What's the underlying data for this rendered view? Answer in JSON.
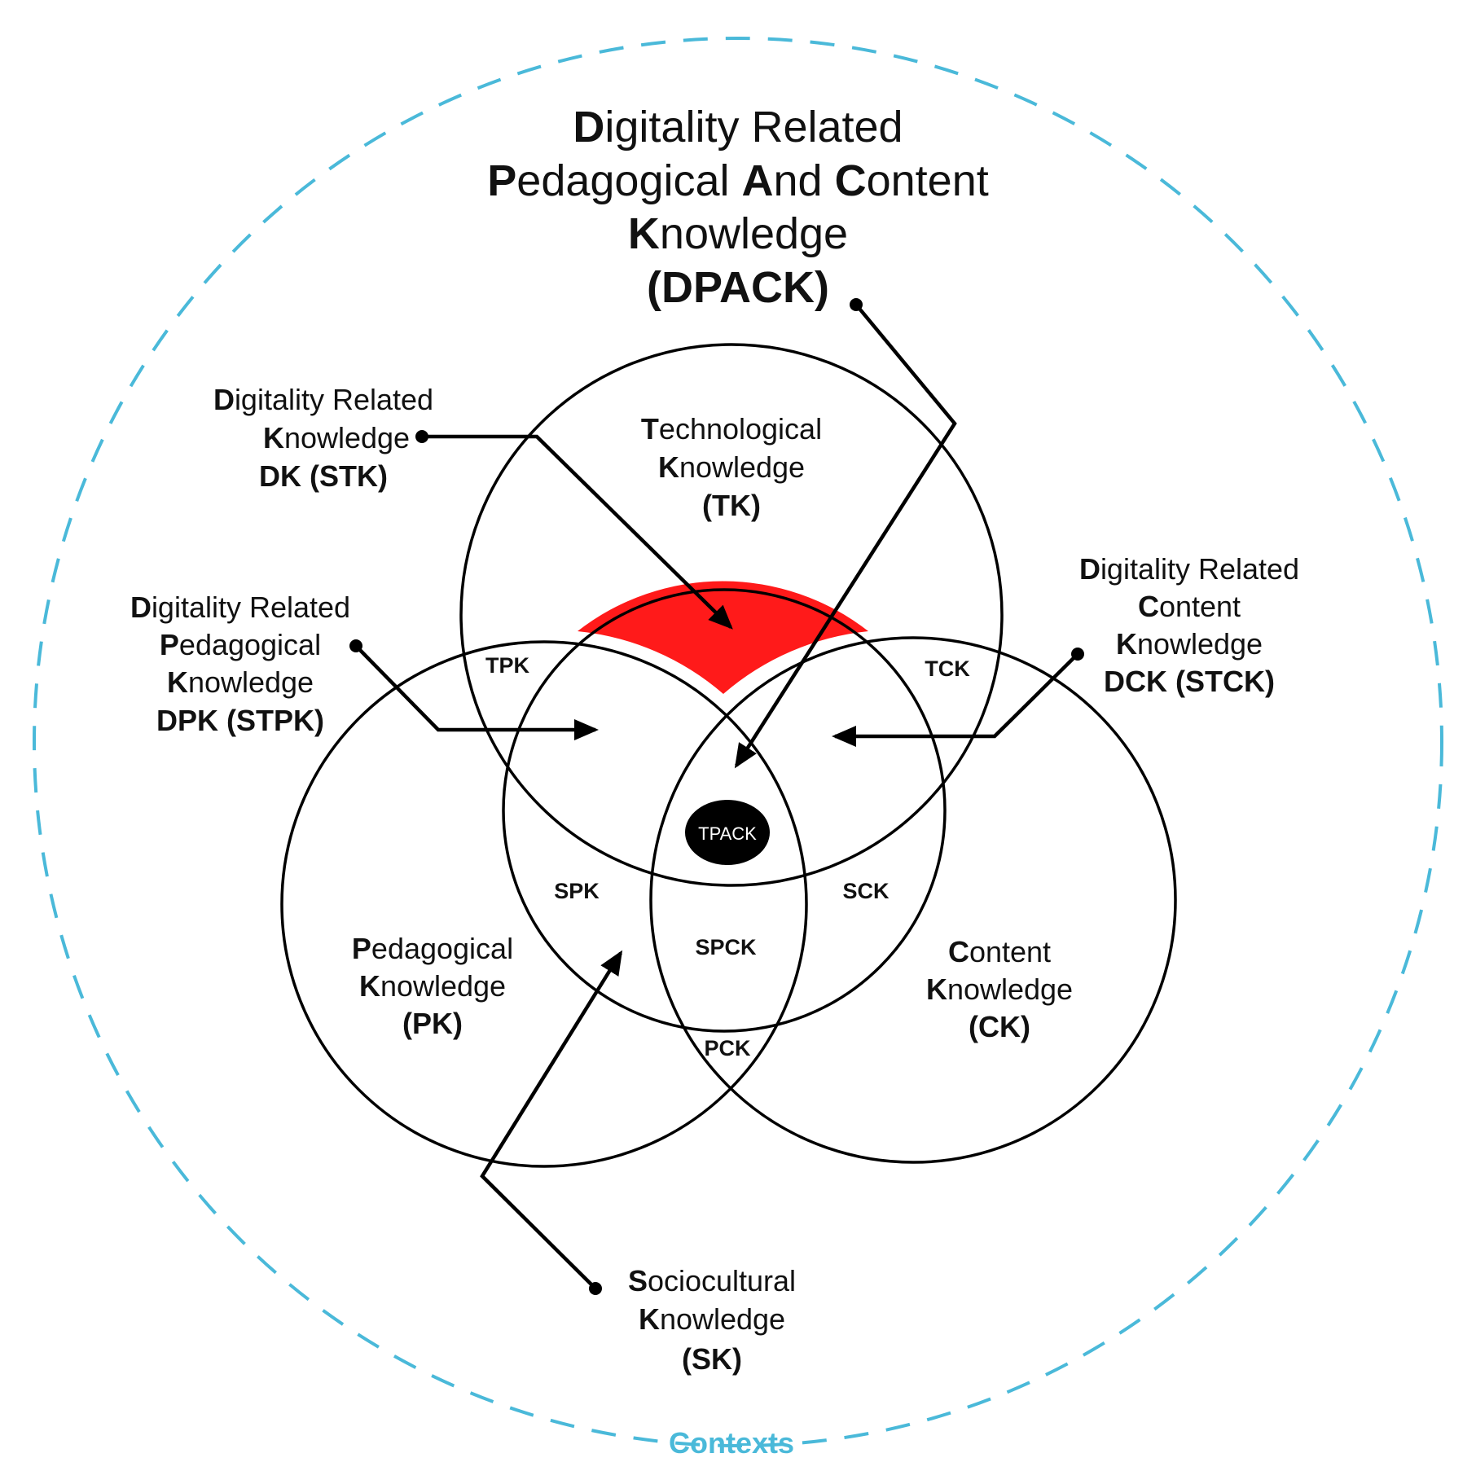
{
  "colors": {
    "context_ring": "#4ab9d9",
    "highlight_region": "#ff1a1a",
    "tpack_fill": "#000000",
    "tpack_text": "#ffffff"
  },
  "title": {
    "line1_initial": "D",
    "line1_rest": "igitality Related",
    "line2_p": "P",
    "line2_a": "edagogical ",
    "line2_A": "A",
    "line2_b": "nd ",
    "line2_C": "C",
    "line2_c": "ontent",
    "line3_initial": "K",
    "line3_rest": "nowledge",
    "line4": "(DPACK)"
  },
  "circles": {
    "tk": {
      "l1_initial": "T",
      "l1_rest": "echnological",
      "l2_initial": "K",
      "l2_rest": "nowledge",
      "abbr": "(TK)"
    },
    "pk": {
      "l1_initial": "P",
      "l1_rest": "edagogical",
      "l2_initial": "K",
      "l2_rest": "nowledge",
      "abbr": "(PK)"
    },
    "ck": {
      "l1_initial": "C",
      "l1_rest": "ontent",
      "l2_initial": "K",
      "l2_rest": "nowledge",
      "abbr": "(CK)"
    }
  },
  "overlaps": {
    "tpk": "TPK",
    "tck": "TCK",
    "spk": "SPK",
    "sck": "SCK",
    "spck": "SPCK",
    "pck": "PCK",
    "tpack": "TPACK"
  },
  "callouts": {
    "dk": {
      "l1_initial": "D",
      "l1_rest": "igitality Related",
      "l2_initial": "K",
      "l2_rest": "nowledge",
      "l3": "DK (STK)"
    },
    "dpk": {
      "l1_initial": "D",
      "l1_rest": "igitality Related",
      "l2_initial": "P",
      "l2_rest": "edagogical",
      "l3_initial": "K",
      "l3_rest": "nowledge",
      "l4": "DPK (STPK)"
    },
    "dck": {
      "l1_initial": "D",
      "l1_rest": "igitality Related",
      "l2_initial": "C",
      "l2_rest": "ontent",
      "l3_initial": "K",
      "l3_rest": "nowledge",
      "l4": "DCK (STCK)"
    },
    "sk": {
      "l1_initial": "S",
      "l1_rest": "ociocultural",
      "l2_initial": "K",
      "l2_rest": "nowledge",
      "l3": "(SK)"
    }
  },
  "context_label": "Contexts"
}
